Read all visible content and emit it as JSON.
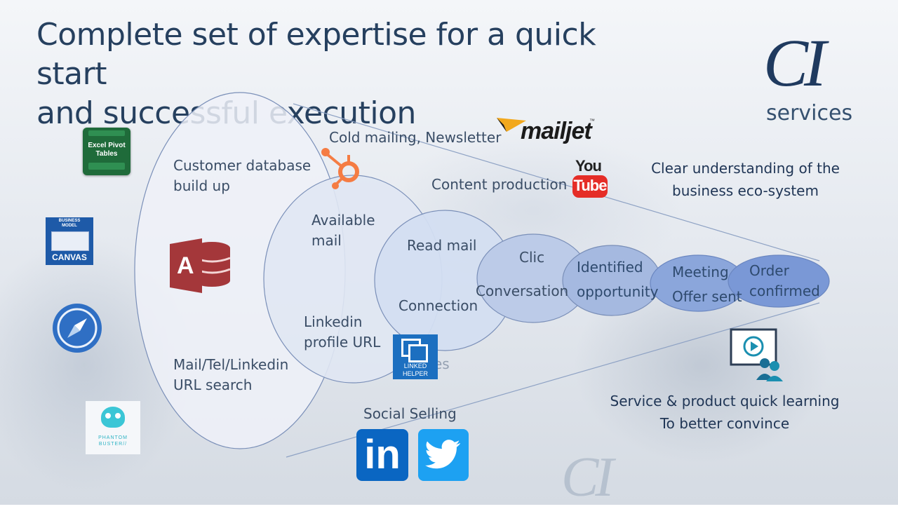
{
  "title_line1": "Complete set of expertise for a quick start",
  "title_line2": "and successful execution",
  "logo": {
    "letters": "CI",
    "sub": "services"
  },
  "funnel": {
    "stage1": {
      "top": "Customer database\nbuild up",
      "bottom": "Mail/Tel/Linkedin\nURL search"
    },
    "stage2": {
      "top": "Available\nmail",
      "bottom": "Linkedin\nprofile URL"
    },
    "stage3": {
      "top": "Read mail",
      "bottom": "Connection"
    },
    "stage4": {
      "top": "Clic",
      "bottom": "Conversation"
    },
    "stage5": {
      "top": "Identified",
      "bottom": "opportunity"
    },
    "stage6": {
      "top": "Meeting",
      "bottom": "Offer sent"
    },
    "stage7": {
      "top": "Order",
      "bottom": "confirmed"
    }
  },
  "labels": {
    "cold_mailing": "Cold mailing, Newsletter",
    "content_production": "Content production",
    "social_selling": "Social Selling",
    "eco_system": "Clear understanding of the\nbusiness eco-system",
    "quick_learning": "Service & product quick learning\nTo better convince"
  },
  "icons": {
    "excel": "Excel Pivot\nTables",
    "bmc_top": "BUSINESS\nMODEL",
    "bmc_bottom": "CANVAS",
    "access_letter": "A",
    "phantom": "PHANTOM\nBUSTER//",
    "mailjet": "mailjet",
    "mailjet_tm": "™",
    "youtube_you": "You",
    "youtube_tube": "Tube",
    "linked_helper": "LINKED\nHELPER",
    "linked_helper_behind": "es",
    "linkedin": "in"
  },
  "colors": {
    "title": "#26405f",
    "stage_light": "#e8ecf4",
    "stage_mid": "#bccbe8",
    "stage_dark": "#6f8ed0",
    "linkedin": "#0a66c2",
    "twitter": "#1da1f2",
    "access": "#a4373a",
    "hubspot": "#f57c43"
  }
}
